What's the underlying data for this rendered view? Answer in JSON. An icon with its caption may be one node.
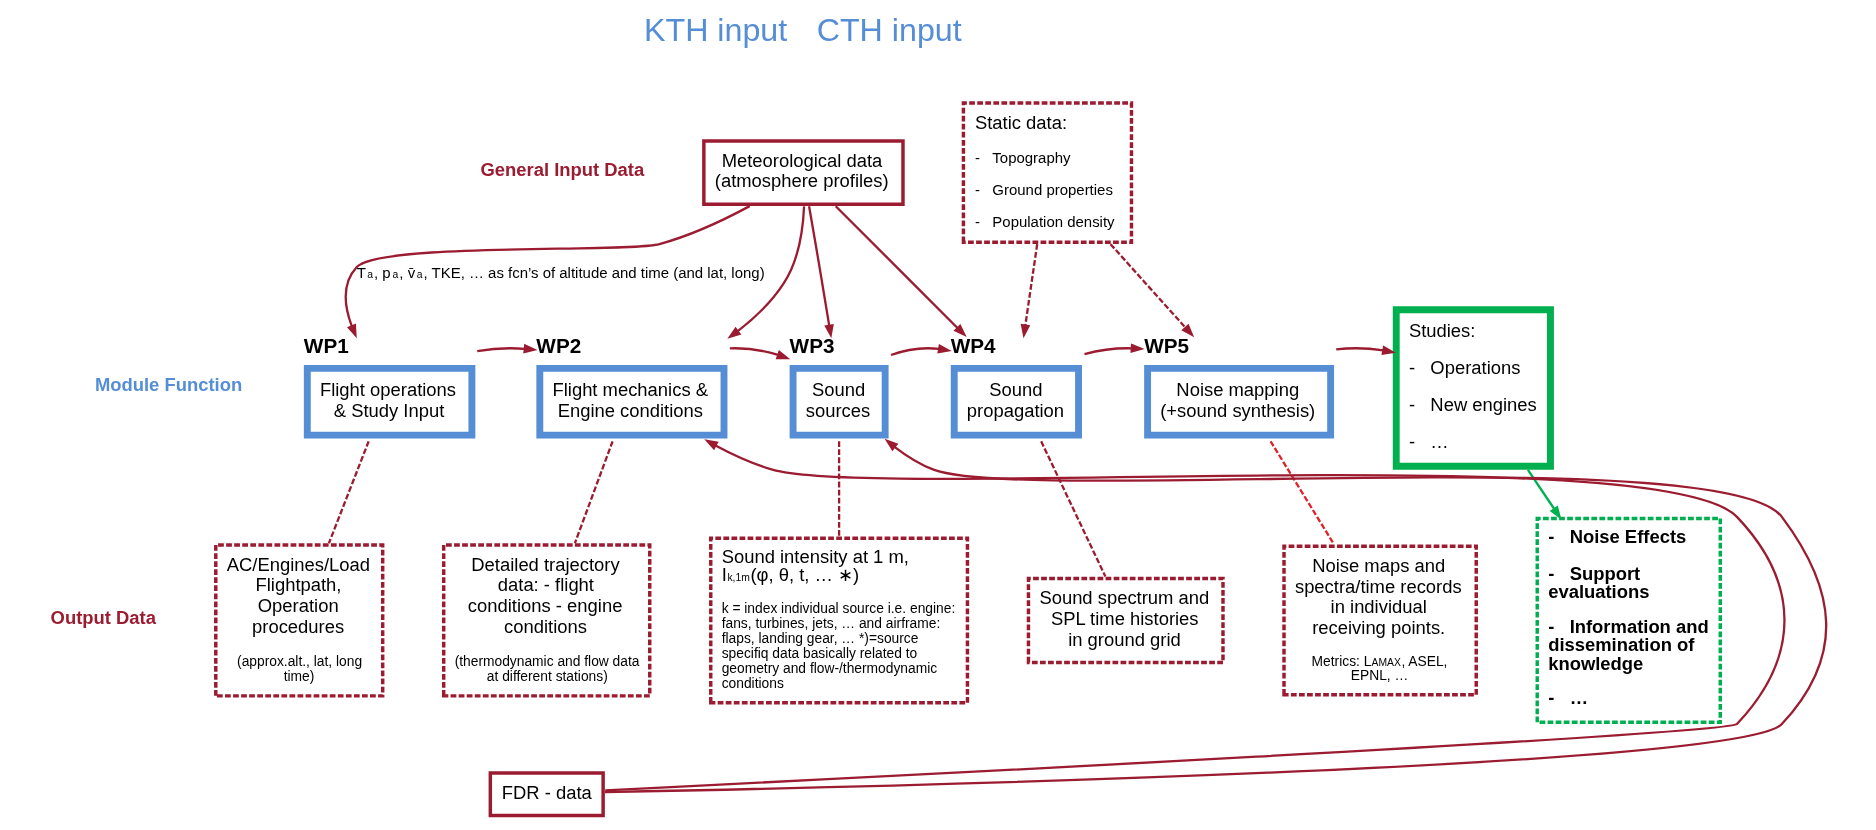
{
  "diagram": {
    "nodes": [
      {
        "text": [
          "Meteorological data (atmosphere profiles)"
        ]
      },
      {
        "text": [
          "Static data:",
          "-   Topography",
          "-   Ground properties",
          "-   Population density"
        ]
      },
      {
        "text": [
          "Flight operations & Study Input"
        ],
        "beside": [
          "WP1"
        ]
      },
      {
        "text": [
          "Flight mechanics & Engine conditions"
        ],
        "beside": [
          "WP2"
        ]
      },
      {
        "text": [
          "Sound sources"
        ],
        "beside": [
          "WP3"
        ]
      },
      {
        "text": [
          "Sound propagation"
        ],
        "beside": [
          "WP4"
        ]
      },
      {
        "text": [
          "Noise mapping (+sound synthesis)"
        ],
        "beside": [
          "WP5"
        ]
      },
      {
        "text": [
          "Studies:",
          "-   Operations",
          "-   New engines",
          "-   …"
        ]
      },
      {
        "text": [
          "AC/Engines/Load Flightpath, Operation procedures",
          "(approx.alt., lat, long time)"
        ]
      },
      {
        "text": [
          "Detailed trajectory data: - flight conditions - engine conditions",
          "(thermodynamic and flow data at different stations)"
        ]
      },
      {
        "text": [
          "FDR - data"
        ]
      },
      {
        "text": [
          "Sound intensity at 1 m, I$_{k,1m}$(φ, θ, t, … ∗)",
          "k = index individual source i.e. engine: fans, turbines, jets, … and airframe: flaps, landing gear, … *)=source specifiq data basically related to geometry and flow-/thermodynamic conditions"
        ]
      },
      {
        "text": [
          "Sound spectrum and SPL time histories in ground grid"
        ]
      },
      {
        "text": [
          "Noise maps and spectra/time records in individual receiving points.",
          "Metrics: L$_{AMAX}$, ASEL, EPNL, …"
        ]
      },
      {
        "text": [
          "-   Noise Effects",
          "-   Support evaluations",
          "-   Information and dissemination of knowledge",
          "-   …"
        ]
      }
    ],
    "edges": [
      {
        "from": 0,
        "to": 2,
        "arrow": "to",
        "label": "T$_{a}$, p$_{a}$, v̄$_{a}$, TKE, … as fcn’s of altitude and time (and lat, long)"
      },
      {
        "from": 0,
        "to": 3,
        "arrow": "to"
      },
      {
        "from": 0,
        "to": 4,
        "arrow": "to"
      },
      {
        "from": 0,
        "to": 5,
        "arrow": "to"
      },
      {
        "from": 1,
        "to": 5,
        "arrow": "to",
        "style": "dashed"
      },
      {
        "from": 1,
        "to": 6,
        "arrow": "to",
        "style": "dashed"
      },
      {
        "from": 2,
        "to": 3,
        "arrow": "to"
      },
      {
        "from": 3,
        "to": 4,
        "arrow": "to"
      },
      {
        "from": 4,
        "to": 5,
        "arrow": "to"
      },
      {
        "from": 5,
        "to": 6,
        "arrow": "to"
      },
      {
        "from": 6,
        "to": 7,
        "arrow": "to"
      },
      {
        "from": 2,
        "to": 8,
        "arrow": "none",
        "style": "dashed"
      },
      {
        "from": 3,
        "to": 9,
        "arrow": "none",
        "style": "dashed"
      },
      {
        "from": 4,
        "to": 11,
        "arrow": "none",
        "style": "dashed"
      },
      {
        "from": 5,
        "to": 12,
        "arrow": "none",
        "style": "dashed"
      },
      {
        "from": 6,
        "to": 13,
        "arrow": "none",
        "style": "dashed",
        "color": "#e0202a"
      },
      {
        "from": 10,
        "to": 3,
        "arrow": "to"
      },
      {
        "from": 10,
        "to": 4,
        "arrow": "to"
      },
      {
        "from": 7,
        "to": 14,
        "arrow": "to",
        "color": "#00b050"
      }
    ],
    "labels": [
      "General Input Data",
      "Module Function",
      "Output Data",
      "KTH input",
      "CTH input"
    ]
  }
}
